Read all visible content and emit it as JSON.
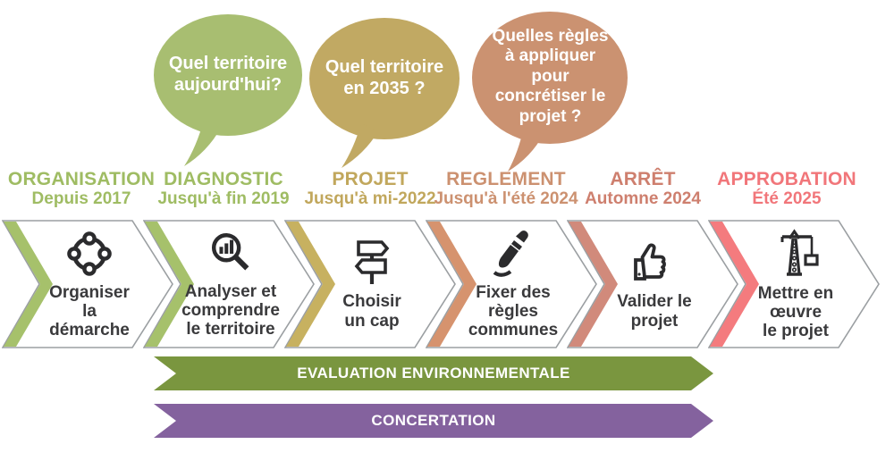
{
  "bubbles": [
    {
      "text": "Quel territoire\naujourd'hui?",
      "color": "#a8be71"
    },
    {
      "text": "Quel territoire\nen 2035 ?",
      "color": "#c1a963"
    },
    {
      "text": "Quelles règles\nà appliquer\npour\nconcrétiser le\nprojet ?",
      "color": "#cb9271"
    }
  ],
  "phases": [
    {
      "title": "ORGANISATION",
      "subtitle": "Depuis 2017",
      "color": "#9fbc63",
      "stripe": "#a6c16b",
      "label": "Organiser\nla démarche",
      "icon": "cycle-icon"
    },
    {
      "title": "DIAGNOSTIC",
      "subtitle": "Jusqu'à fin 2019",
      "color": "#9fbc63",
      "stripe": "#a6c16b",
      "label": "Analyser et\ncomprendre\nle territoire",
      "icon": "magnifier-chart-icon"
    },
    {
      "title": "PROJET",
      "subtitle": "Jusqu'à mi-2022",
      "color": "#c1a75c",
      "stripe": "#c7b160",
      "label": "Choisir\nun cap",
      "icon": "signpost-icon"
    },
    {
      "title": "REGLEMENT",
      "subtitle": "Jusqu'à l'été 2024",
      "color": "#cc9170",
      "stripe": "#d6936e",
      "label": "Fixer des\nrègles\ncommunes",
      "icon": "marker-icon"
    },
    {
      "title": "ARRÊT",
      "subtitle": "Automne 2024",
      "color": "#ce7f6e",
      "stripe": "#d18a7b",
      "label": "Valider le\nprojet",
      "icon": "thumbs-up-icon"
    },
    {
      "title": "APPROBATION",
      "subtitle": "Été 2025",
      "color": "#f1767a",
      "stripe": "#f47b7e",
      "label": "Mettre en\nœuvre\nle projet",
      "icon": "crane-icon"
    }
  ],
  "banners": [
    {
      "text": "EVALUATION ENVIRONNEMENTALE",
      "color": "#7a963f"
    },
    {
      "text": "CONCERTATION",
      "color": "#84629e"
    }
  ]
}
